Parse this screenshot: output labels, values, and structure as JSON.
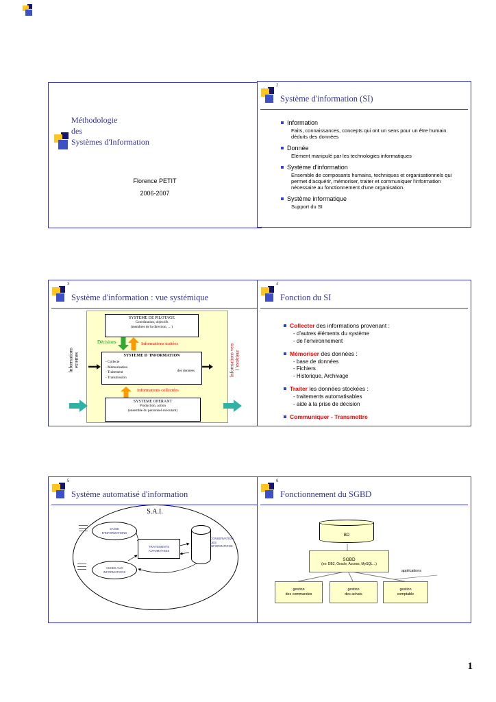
{
  "page": {
    "number": "1"
  },
  "palette": {
    "title_blue": "#333399",
    "bullet_blue": "#3344CC",
    "highlight_red": "#FF0000",
    "label_green": "#009900",
    "panel_yellow": "#FFFFCC",
    "arrow_orange": "#FF9900",
    "arrow_green": "#33AA33",
    "arrow_teal": "#2FB3A4"
  },
  "slide1": {
    "title_line1": "Méthodologie",
    "title_line2": "des",
    "title_line3": "Systèmes d'Information",
    "author": "Florence PETIT",
    "year": "2006-2007"
  },
  "slide2": {
    "number": "2",
    "title": "Système d'information (SI)",
    "items": [
      {
        "label": "Information",
        "detail": "Faits, connaissances, concepts qui ont un sens pour un être humain. déduits des données"
      },
      {
        "label": "Donnée",
        "detail": "Elément manipulé par les technologies informatiques"
      },
      {
        "label": "Système d'information",
        "detail": "Ensemble de composants humains, techniques et organisationnels qui permet d'acquérir, mémoriser, traiter et communiquer l'information nécessaire au fonctionnement d'une organisation."
      },
      {
        "label": "Système informatique",
        "detail": "Support du SI"
      }
    ]
  },
  "slide3": {
    "number": "3",
    "title": "Système d'information : vue systémique",
    "diagram": {
      "pilotage_title": "SYSTEME DE PILOTAGE",
      "pilotage_line2": "Coordination, objectifs",
      "pilotage_line3": "(membres de la direction, …)",
      "decisions_label": "Décisions",
      "info_traitees_label": "Informations traitées",
      "si_title": "SYSTEME D 'INFORMATION",
      "si_items": "- Collecte\n- Mémorisation\n- Traitement\n- Transmission",
      "si_suffix": "des données",
      "info_collectees_label": "Informations collectées",
      "operant_title": "SYSTEME OPERANT",
      "operant_line2": "Production, action",
      "operant_line3": "(ensemble du personnel exécutant)",
      "left_label": "Informations\nexternes",
      "right_label": "Informations vers\nl 'extérieur"
    }
  },
  "slide4": {
    "number": "4",
    "title": "Fonction du SI",
    "items": [
      {
        "keyword": "Collecter",
        "rest": " des informations provenant :",
        "subs": [
          "- d'autres éléments du système",
          "- de l'environnement"
        ]
      },
      {
        "keyword": "Mémoriser",
        "rest": " des données :",
        "subs": [
          "- base de données",
          "- Fichiers",
          "- Historique, Archivage"
        ]
      },
      {
        "keyword": "Traiter",
        "rest": " les données stockées :",
        "subs": [
          "- traitements automatisables",
          "- aide à la prise de décision"
        ]
      },
      {
        "keyword": "Communiquer - Transmettre",
        "rest": "",
        "subs": []
      }
    ]
  },
  "slide5": {
    "number": "5",
    "title": "Système automatisé d'information",
    "diagram": {
      "main_label": "S.A.I.",
      "saisie": "SAISIE\nD'INFORMATIONS",
      "traitements": "TRAITEMENTS\nAUTOMATISES",
      "conservation": "CONSERVATION\nDES\nINFORMATIONS",
      "acces": "ACCES AUX\nINFORMATIONS"
    }
  },
  "slide6": {
    "number": "6",
    "title": "Fonctionnement du SGBD",
    "diagram": {
      "bd_label": "BD",
      "sgbd_line1": "SGBD",
      "sgbd_line2": "(ex: DB2, Oracle, Access, MySQL...)",
      "applications_label": "applications",
      "apps": [
        "gestion\ndes commandes",
        "gestion\ndes achats",
        "gestion\ncomptable"
      ]
    }
  }
}
